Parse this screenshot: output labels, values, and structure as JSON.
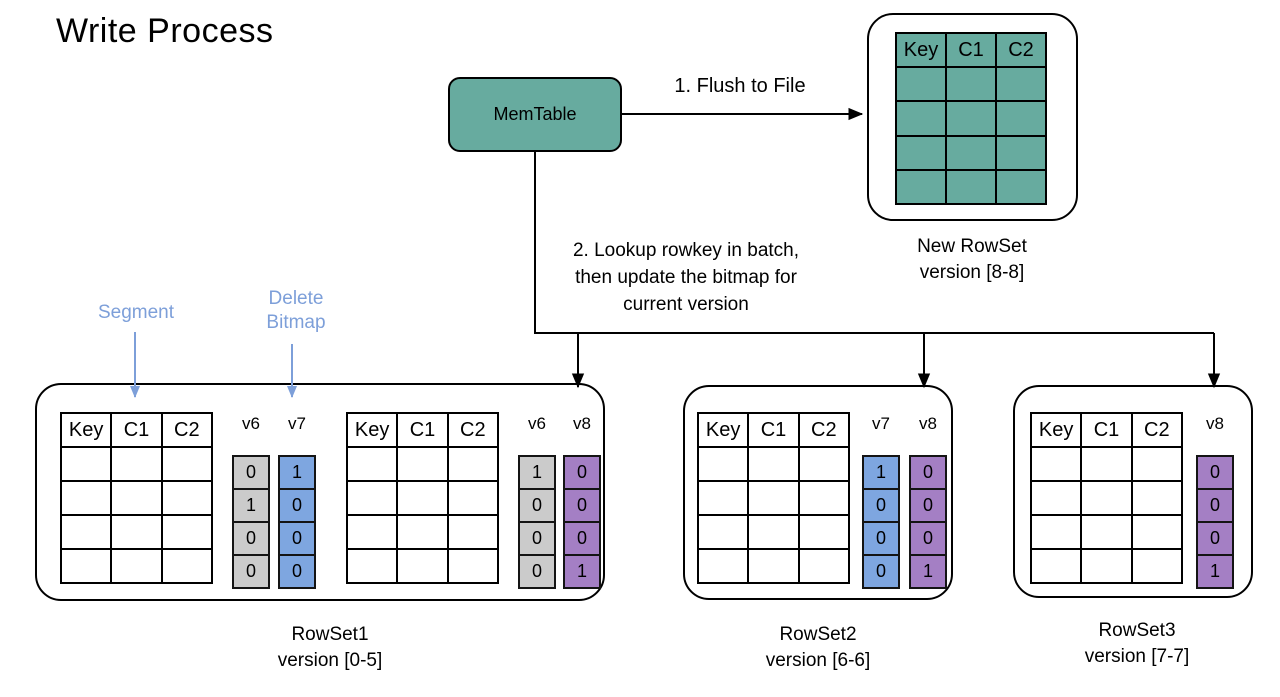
{
  "title": "Write Process",
  "colors": {
    "teal": "#67ab9f",
    "gray": "#cbcbcb",
    "blue": "#7ea6e0",
    "purple": "#a47fc4",
    "annotation_blue": "#7d9fd9",
    "line_black": "#000000"
  },
  "memtable": {
    "label": "MemTable"
  },
  "flush_arrow": {
    "label": "1. Flush to File"
  },
  "lookup_note": {
    "line1": "2. Lookup rowkey in batch,",
    "line2": "then update the bitmap for",
    "line3": "current version"
  },
  "annotations": {
    "segment_label": "Segment",
    "delete_bitmap_line1": "Delete",
    "delete_bitmap_line2": "Bitmap"
  },
  "new_rowset": {
    "table": {
      "columns": [
        "Key",
        "C1",
        "C2"
      ],
      "data_rows": 4,
      "fill": "#67ab9f"
    },
    "caption": {
      "line1": "New RowSet",
      "line2": "version [8-8]"
    }
  },
  "rowset1": {
    "caption": {
      "line1": "RowSet1",
      "line2": "version [0-5]"
    },
    "segment1": {
      "table": {
        "columns": [
          "Key",
          "C1",
          "C2"
        ],
        "data_rows": 4
      },
      "bitmaps": [
        {
          "name": "v6",
          "values": [
            0,
            1,
            0,
            0
          ],
          "color": "#cbcbcb"
        },
        {
          "name": "v7",
          "values": [
            1,
            0,
            0,
            0
          ],
          "color": "#7ea6e0"
        }
      ]
    },
    "segment2": {
      "table": {
        "columns": [
          "Key",
          "C1",
          "C2"
        ],
        "data_rows": 4
      },
      "bitmaps": [
        {
          "name": "v6",
          "values": [
            1,
            0,
            0,
            0
          ],
          "color": "#cbcbcb"
        },
        {
          "name": "v8",
          "values": [
            0,
            0,
            0,
            1
          ],
          "color": "#a47fc4"
        }
      ]
    }
  },
  "rowset2": {
    "caption": {
      "line1": "RowSet2",
      "line2": "version [6-6]"
    },
    "segment1": {
      "table": {
        "columns": [
          "Key",
          "C1",
          "C2"
        ],
        "data_rows": 4
      },
      "bitmaps": [
        {
          "name": "v7",
          "values": [
            1,
            0,
            0,
            0
          ],
          "color": "#7ea6e0"
        },
        {
          "name": "v8",
          "values": [
            0,
            0,
            0,
            1
          ],
          "color": "#a47fc4"
        }
      ]
    }
  },
  "rowset3": {
    "caption": {
      "line1": "RowSet3",
      "line2": "version [7-7]"
    },
    "segment1": {
      "table": {
        "columns": [
          "Key",
          "C1",
          "C2"
        ],
        "data_rows": 4
      },
      "bitmaps": [
        {
          "name": "v8",
          "values": [
            0,
            0,
            0,
            1
          ],
          "color": "#a47fc4"
        }
      ]
    }
  }
}
